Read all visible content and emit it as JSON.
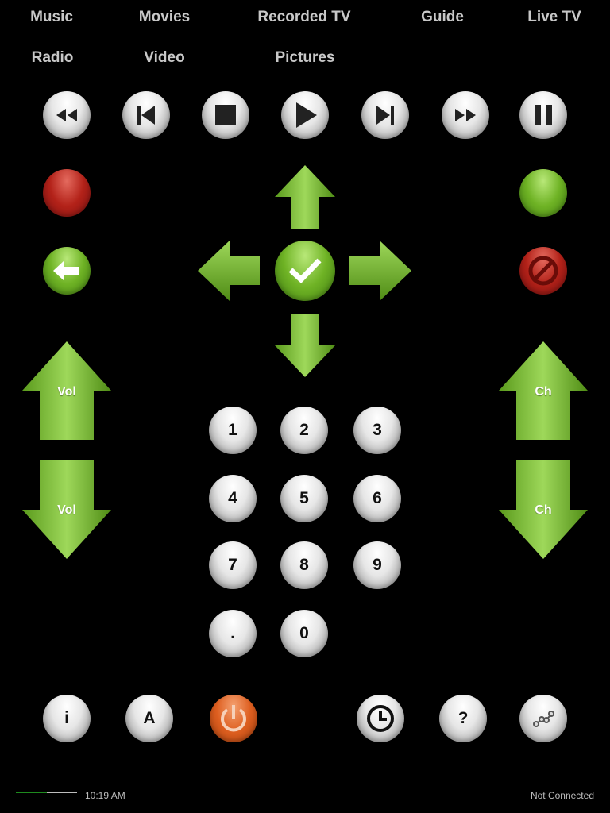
{
  "nav": {
    "row1": [
      "Music",
      "Movies",
      "Recorded TV",
      "Guide",
      "Live TV"
    ],
    "row2": [
      "Radio",
      "Video",
      "Pictures"
    ]
  },
  "transport": [
    "rewind",
    "previous",
    "stop",
    "play",
    "next",
    "fast-forward",
    "pause"
  ],
  "rocker": {
    "volume_label": "Vol",
    "channel_label": "Ch"
  },
  "keypad": [
    "1",
    "2",
    "3",
    "4",
    "5",
    "6",
    "7",
    "8",
    "9",
    ".",
    "0"
  ],
  "bottom": {
    "info_label": "i",
    "audio_label": "A",
    "help_label": "?"
  },
  "status": {
    "time": "10:19 AM",
    "connection": "Not Connected",
    "progress": 0.5
  },
  "colors": {
    "accent_green": "#6fb325",
    "red": "#b32219",
    "orange": "#de5f20",
    "text": "#c8c8c8"
  }
}
